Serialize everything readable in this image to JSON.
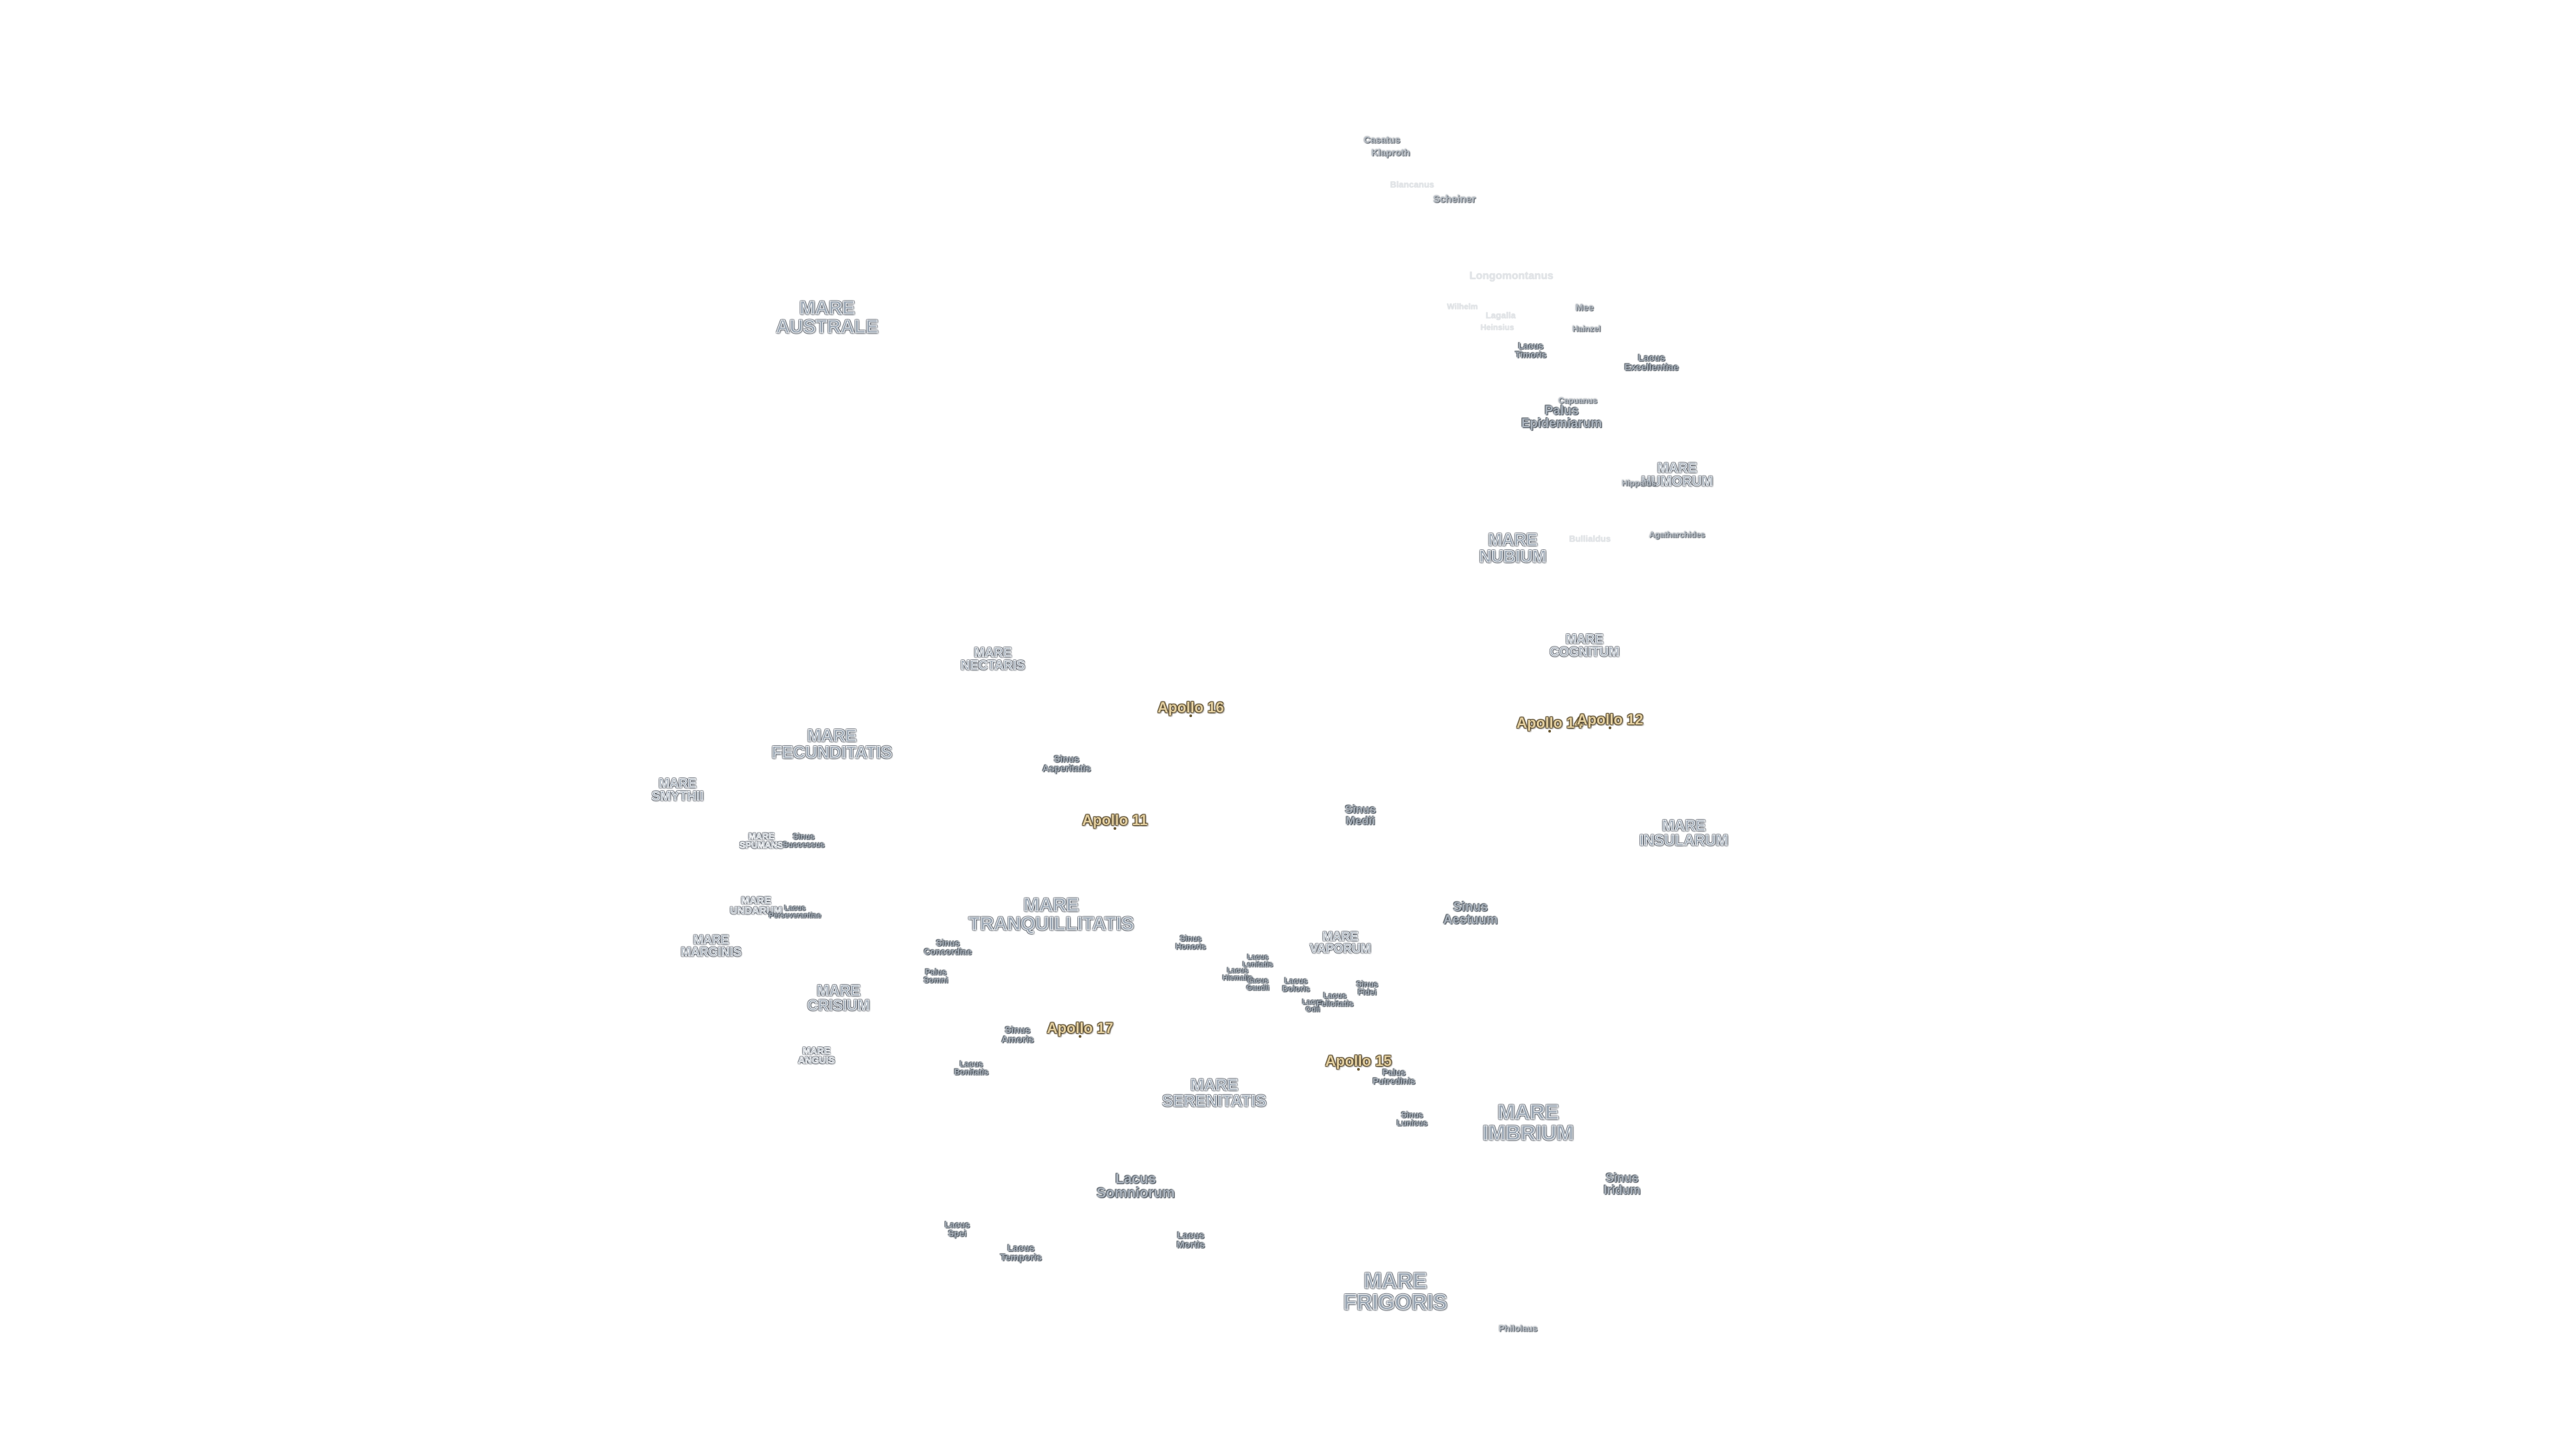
{
  "map": {
    "labels": [
      {
        "name": "mare-australe",
        "text": "MARE\nAUSTRALE",
        "kind": "mare"
      },
      {
        "name": "mare-nectaris",
        "text": "MARE\nNECTARIS",
        "kind": "mare"
      },
      {
        "name": "mare-fecunditatis",
        "text": "MARE\nFECUNDITATIS",
        "kind": "mare"
      },
      {
        "name": "mare-smythii",
        "text": "MARE\nSMYTHII",
        "kind": "mare"
      },
      {
        "name": "mare-spumans",
        "text": "MARE\nSPUMANS",
        "kind": "mare"
      },
      {
        "name": "sinus-successus",
        "text": "Sinus\nSuccessus",
        "kind": "feature"
      },
      {
        "name": "mare-undarum",
        "text": "MARE\nUNDARUM",
        "kind": "mare"
      },
      {
        "name": "lacus-perseverantiae",
        "text": "Lacus\nPerseverantiae",
        "kind": "feature"
      },
      {
        "name": "mare-marginis",
        "text": "MARE\nMARGINIS",
        "kind": "mare"
      },
      {
        "name": "mare-crisium",
        "text": "MARE\nCRISIUM",
        "kind": "mare"
      },
      {
        "name": "mare-anguis",
        "text": "MARE\nANGUIS",
        "kind": "mare"
      },
      {
        "name": "mare-tranquillitatis",
        "text": "MARE\nTRANQUILLITATIS",
        "kind": "mare"
      },
      {
        "name": "sinus-concordiae",
        "text": "Sinus\nConcordiae",
        "kind": "feature"
      },
      {
        "name": "palus-somni",
        "text": "Palus\nSomni",
        "kind": "feature"
      },
      {
        "name": "sinus-amoris",
        "text": "Sinus\nAmoris",
        "kind": "feature"
      },
      {
        "name": "lacus-bonitatis",
        "text": "Lacus\nBonitatis",
        "kind": "feature"
      },
      {
        "name": "sinus-asperitatis",
        "text": "Sinus\nAsperitatis",
        "kind": "feature"
      },
      {
        "name": "mare-serenitatis",
        "text": "MARE\nSERENITATIS",
        "kind": "mare"
      },
      {
        "name": "lacus-somniorum",
        "text": "Lacus\nSomniorum",
        "kind": "feature"
      },
      {
        "name": "lacus-spei",
        "text": "Lacus\nSpei",
        "kind": "feature"
      },
      {
        "name": "lacus-temporis",
        "text": "Lacus\nTemporis",
        "kind": "feature"
      },
      {
        "name": "lacus-mortis",
        "text": "Lacus\nMortis",
        "kind": "feature"
      },
      {
        "name": "mare-frigoris",
        "text": "MARE\nFRIGORIS",
        "kind": "mare"
      },
      {
        "name": "philolaus",
        "text": "Philolaus",
        "kind": "crater"
      },
      {
        "name": "sinus-honoris",
        "text": "Sinus\nHonoris",
        "kind": "feature"
      },
      {
        "name": "lacus-lenitatis",
        "text": "Lacus\nLenitatis",
        "kind": "feature"
      },
      {
        "name": "lacus-hiemalis",
        "text": "Lacus\nHiemalis",
        "kind": "feature"
      },
      {
        "name": "lacus-gaudii",
        "text": "Lacus\nGaudii",
        "kind": "feature"
      },
      {
        "name": "lacus-doloris",
        "text": "Lacus\nDoloris",
        "kind": "feature"
      },
      {
        "name": "lacus-odii",
        "text": "Lacus\nOdii",
        "kind": "feature"
      },
      {
        "name": "lacus-felicitatis",
        "text": "Lacus\nFelicitatis",
        "kind": "feature"
      },
      {
        "name": "sinus-fidei",
        "text": "Sinus\nFidei",
        "kind": "feature"
      },
      {
        "name": "mare-vaporum",
        "text": "MARE\nVAPORUM",
        "kind": "mare"
      },
      {
        "name": "sinus-medii",
        "text": "Sinus\nMedii",
        "kind": "feature"
      },
      {
        "name": "sinus-aestuum",
        "text": "Sinus\nAestuum",
        "kind": "feature"
      },
      {
        "name": "palus-putredinis",
        "text": "Palus\nPutredinis",
        "kind": "feature"
      },
      {
        "name": "sinus-lunicus",
        "text": "Sinus\nLunicus",
        "kind": "feature"
      },
      {
        "name": "mare-imbrium",
        "text": "MARE\nIMBRIUM",
        "kind": "mare"
      },
      {
        "name": "sinus-iridum",
        "text": "Sinus\nIridum",
        "kind": "feature"
      },
      {
        "name": "mare-insularum",
        "text": "MARE\nINSULARUM",
        "kind": "mare"
      },
      {
        "name": "mare-cognitum",
        "text": "MARE\nCOGNITUM",
        "kind": "mare"
      },
      {
        "name": "mare-nubium",
        "text": "MARE\nNUBIUM",
        "kind": "mare"
      },
      {
        "name": "mare-humorum",
        "text": "MARE\nHUMORUM",
        "kind": "mare"
      },
      {
        "name": "hippalus",
        "text": "Hippalus",
        "kind": "crater"
      },
      {
        "name": "bullialdus",
        "text": "Bullialdus",
        "kind": "faint"
      },
      {
        "name": "agatharchides",
        "text": "Agatharchides",
        "kind": "crater"
      },
      {
        "name": "palus-epidemiarum",
        "text": "Palus\nEpidemiarum",
        "kind": "feature"
      },
      {
        "name": "capuanus",
        "text": "Capuanus",
        "kind": "crater"
      },
      {
        "name": "lacus-timoris",
        "text": "Lacus\nTimoris",
        "kind": "feature"
      },
      {
        "name": "lacus-excellentiae",
        "text": "Lacus\nExcellentiae",
        "kind": "feature"
      },
      {
        "name": "mee",
        "text": "Mee",
        "kind": "crater"
      },
      {
        "name": "hainzel",
        "text": "Hainzel",
        "kind": "crater"
      },
      {
        "name": "lagalla",
        "text": "Lagalla",
        "kind": "faint"
      },
      {
        "name": "wilhelm",
        "text": "Wilhelm",
        "kind": "faint"
      },
      {
        "name": "heinsius",
        "text": "Heinsius",
        "kind": "faint"
      },
      {
        "name": "longomontanus",
        "text": "Longomontanus",
        "kind": "faint"
      },
      {
        "name": "blancanus",
        "text": "Blancanus",
        "kind": "faint"
      },
      {
        "name": "scheiner",
        "text": "Scheiner",
        "kind": "crater"
      },
      {
        "name": "casatus",
        "text": "Casatus",
        "kind": "crater"
      },
      {
        "name": "klaproth",
        "text": "Klaproth",
        "kind": "crater"
      },
      {
        "name": "apollo-16",
        "text": "Apollo 16",
        "kind": "apollo"
      },
      {
        "name": "apollo-11",
        "text": "Apollo 11",
        "kind": "apollo"
      },
      {
        "name": "apollo-17",
        "text": "Apollo 17",
        "kind": "apollo"
      },
      {
        "name": "apollo-15",
        "text": "Apollo 15",
        "kind": "apollo"
      },
      {
        "name": "apollo-14",
        "text": "Apollo 14",
        "kind": "apollo"
      },
      {
        "name": "apollo-12",
        "text": "Apollo 12",
        "kind": "apollo"
      }
    ]
  }
}
